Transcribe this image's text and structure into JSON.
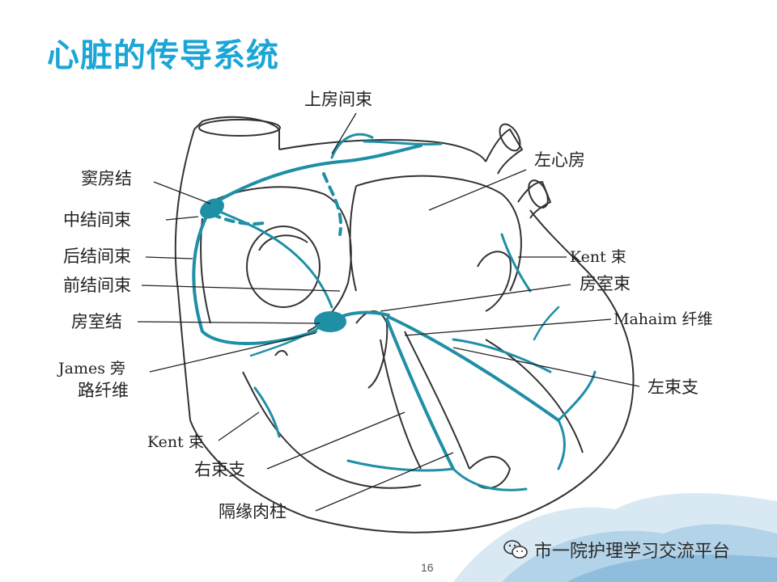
{
  "title": "心脏的传导系统",
  "labels": {
    "top_internodal": "上房间束",
    "left_atrium": "左心房",
    "sa_node": "窦房结",
    "middle_internodal": "中结间束",
    "posterior_internodal": "后结间束",
    "anterior_internodal": "前结间束",
    "av_node": "房室结",
    "james_1": "James 旁",
    "james_2": "路纤维",
    "kent_right": "Kent 束",
    "his_bundle": "房室束",
    "mahaim": "Mahaim 纤维",
    "left_bundle": "左束支",
    "kent_left": "Kent 束",
    "right_bundle": "右束支",
    "septomarginal": "隔缘肉柱"
  },
  "page_number": "16",
  "watermark": "市一院护理学习交流平台",
  "colors": {
    "title": "#1aa6d6",
    "conduction": "#1f8fa6",
    "outline": "#333333"
  }
}
